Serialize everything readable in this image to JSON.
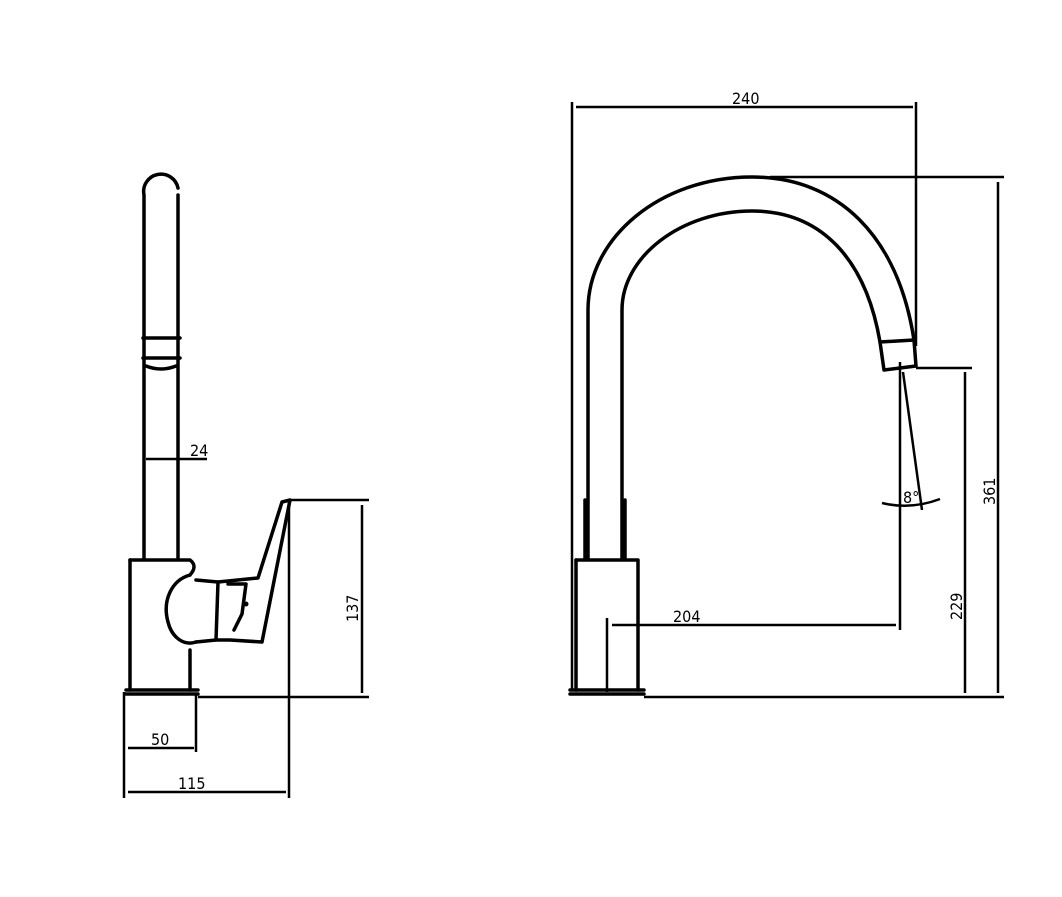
{
  "side_view": {
    "dims": {
      "spout_diameter": "24",
      "base_diameter": "50",
      "overall_depth": "115",
      "body_height": "137"
    }
  },
  "front_view": {
    "dims": {
      "overall_width": "240",
      "overall_height": "361",
      "spout_height": "229",
      "spout_reach": "204",
      "angle": "8°"
    }
  }
}
